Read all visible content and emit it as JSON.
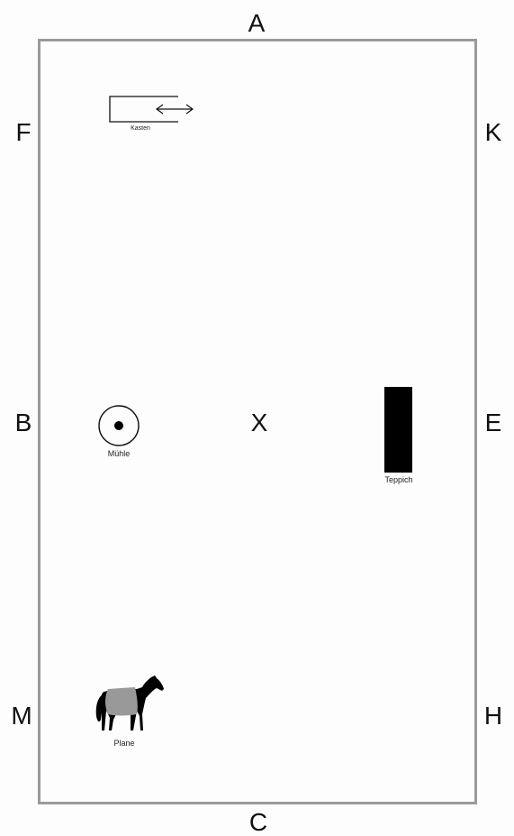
{
  "arena": {
    "letters": {
      "A": "A",
      "C": "C",
      "F": "F",
      "K": "K",
      "B": "B",
      "E": "E",
      "M": "M",
      "H": "H",
      "X": "X"
    },
    "border_color": "#9a9a9a"
  },
  "obstacles": {
    "kasten": {
      "label": "Kasten",
      "icon": "box-with-double-arrow"
    },
    "muehle": {
      "label": "Mühle",
      "icon": "circle-with-dot"
    },
    "teppich": {
      "label": "Teppich",
      "icon": "black-rectangle"
    },
    "plane": {
      "label": "Plane",
      "icon": "horse-with-tarp"
    }
  }
}
